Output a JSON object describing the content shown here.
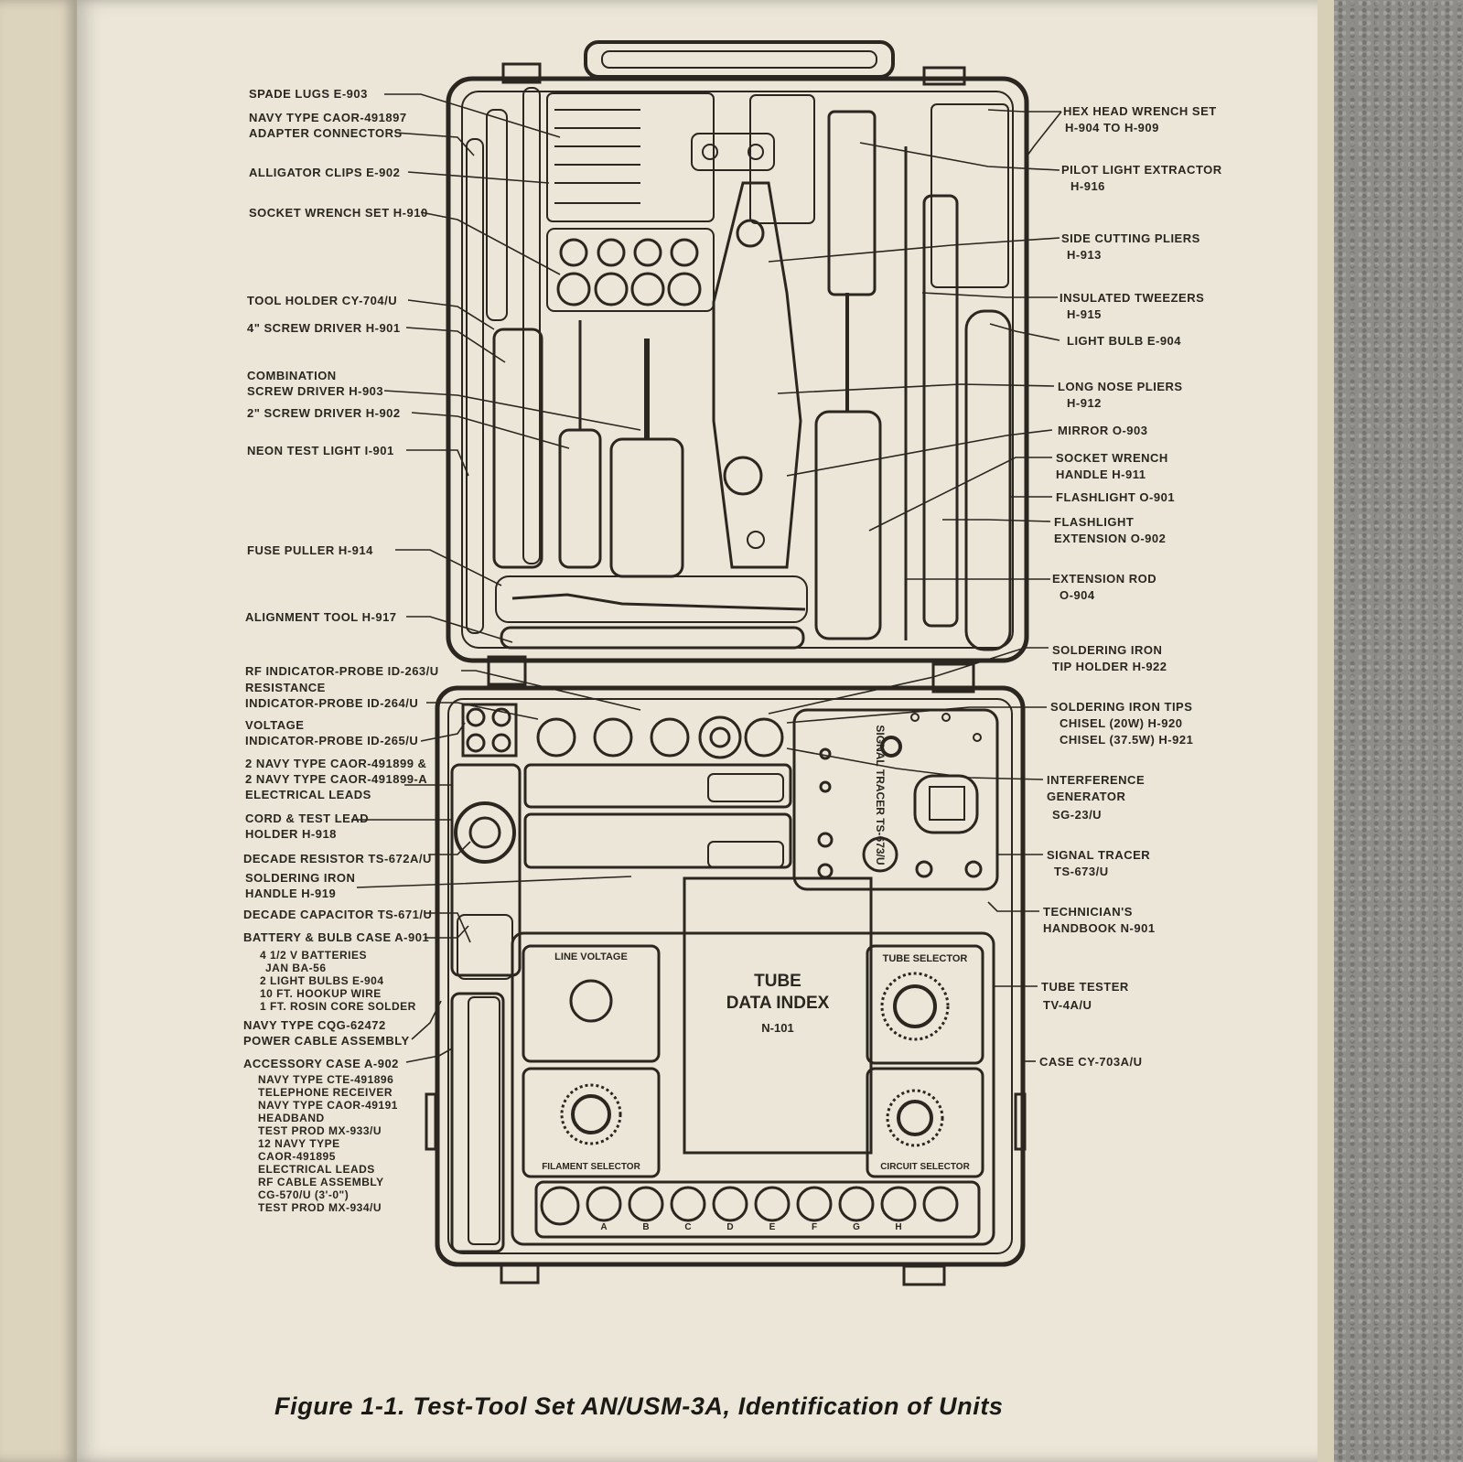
{
  "caption": "Figure 1-1. Test-Tool Set AN/USM-3A, Identification of Units",
  "labels_left": {
    "spade_lugs": "SPADE LUGS E-903",
    "adapter_connectors_1": "NAVY TYPE CAOR-491897",
    "adapter_connectors_2": "ADAPTER CONNECTORS",
    "alligator_clips": "ALLIGATOR CLIPS E-902",
    "socket_wrench_set": "SOCKET WRENCH SET H-910",
    "tool_holder": "TOOL HOLDER CY-704/U",
    "screw_driver_4": "4\" SCREW DRIVER H-901",
    "combination_1": "COMBINATION",
    "combination_2": "SCREW DRIVER H-903",
    "screw_driver_2": "2\" SCREW DRIVER H-902",
    "neon_test_light": "NEON TEST LIGHT I-901",
    "fuse_puller": "FUSE PULLER H-914",
    "alignment_tool": "ALIGNMENT TOOL H-917",
    "rf_probe": "RF INDICATOR-PROBE ID-263/U",
    "resistance_1": "RESISTANCE",
    "resistance_2": "INDICATOR-PROBE ID-264/U",
    "voltage_1": "VOLTAGE",
    "voltage_2": "INDICATOR-PROBE ID-265/U",
    "leads_1": "2 NAVY TYPE CAOR-491899 &",
    "leads_2": "2 NAVY TYPE CAOR-491899-A",
    "leads_3": "ELECTRICAL LEADS",
    "cord_holder_1": "CORD & TEST LEAD",
    "cord_holder_2": "HOLDER H-918",
    "decade_resistor": "DECADE RESISTOR TS-672A/U",
    "soldering_handle_1": "SOLDERING IRON",
    "soldering_handle_2": "HANDLE H-919",
    "decade_capacitor": "DECADE CAPACITOR TS-671/U",
    "battery_case": "BATTERY & BULB CASE A-901",
    "battery_items": [
      "4 1/2 V BATTERIES",
      "JAN BA-56",
      "2 LIGHT BULBS E-904",
      "10 FT. HOOKUP WIRE",
      "1 FT. ROSIN CORE SOLDER"
    ],
    "power_cable_1": "NAVY TYPE CQG-62472",
    "power_cable_2": "POWER CABLE ASSEMBLY",
    "accessory_case": "ACCESSORY CASE A-902",
    "accessory_items": [
      "NAVY TYPE CTE-491896",
      "TELEPHONE RECEIVER",
      "NAVY TYPE CAOR-49191",
      "HEADBAND",
      "TEST PROD MX-933/U",
      "12 NAVY TYPE",
      "CAOR-491895",
      "ELECTRICAL LEADS",
      "RF CABLE ASSEMBLY",
      "CG-570/U (3'-0\")",
      "TEST PROD MX-934/U"
    ]
  },
  "labels_right": {
    "hex_wrench_1": "HEX HEAD WRENCH SET",
    "hex_wrench_2": "H-904 TO H-909",
    "pilot_light_1": "PILOT LIGHT EXTRACTOR",
    "pilot_light_2": "H-916",
    "side_pliers_1": "SIDE CUTTING PLIERS",
    "side_pliers_2": "H-913",
    "tweezers_1": "INSULATED TWEEZERS",
    "tweezers_2": "H-915",
    "light_bulb": "LIGHT BULB E-904",
    "long_nose_1": "LONG NOSE PLIERS",
    "long_nose_2": "H-912",
    "mirror": "MIRROR O-903",
    "socket_handle_1": "SOCKET WRENCH",
    "socket_handle_2": "HANDLE H-911",
    "flashlight": "FLASHLIGHT O-901",
    "flash_ext_1": "FLASHLIGHT",
    "flash_ext_2": "EXTENSION O-902",
    "ext_rod_1": "EXTENSION ROD",
    "ext_rod_2": "O-904",
    "tip_holder_1": "SOLDERING IRON",
    "tip_holder_2": "TIP HOLDER H-922",
    "tips_1": "SOLDERING IRON TIPS",
    "tips_2": "CHISEL (20W) H-920",
    "tips_3": "CHISEL (37.5W) H-921",
    "interference_1": "INTERFERENCE",
    "interference_2": "GENERATOR",
    "interference_3": "SG-23/U",
    "signal_tracer_1": "SIGNAL TRACER",
    "signal_tracer_2": "TS-673/U",
    "handbook_1": "TECHNICIAN'S",
    "handbook_2": "HANDBOOK N-901",
    "tube_tester_1": "TUBE TESTER",
    "tube_tester_2": "TV-4A/U",
    "case": "CASE CY-703A/U"
  },
  "panel": {
    "signal_tracer_vertical": "SIGNAL TRACER TS-673/U",
    "tube_data_1": "TUBE",
    "tube_data_2": "DATA INDEX",
    "tube_data_3": "N-101",
    "line_voltage": "LINE VOLTAGE",
    "tube_selector": "TUBE SELECTOR",
    "filament_selector": "FILAMENT SELECTOR",
    "circuit_selector": "CIRCUIT SELECTOR",
    "switch_letters": [
      "A",
      "B",
      "C",
      "D",
      "E",
      "F",
      "G",
      "H"
    ]
  }
}
